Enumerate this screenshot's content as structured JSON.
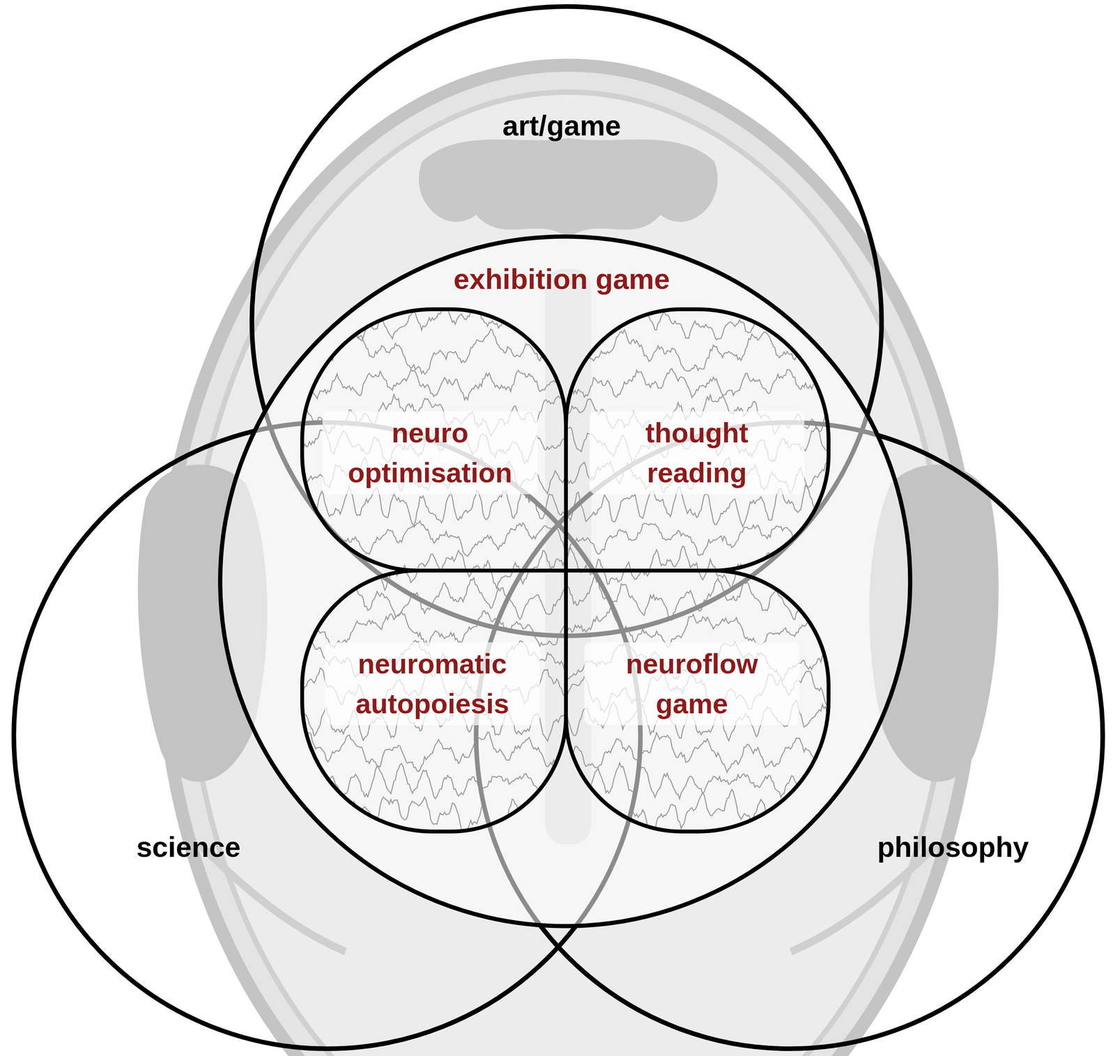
{
  "diagram": {
    "nodes": [
      {
        "text": [
          "art/game"
        ]
      },
      {
        "text": [
          "science"
        ]
      },
      {
        "text": [
          "philosophy"
        ]
      },
      {
        "text": [
          "exhibition game"
        ]
      },
      {
        "text": [
          "neuro optimisation"
        ],
        "in": 3
      },
      {
        "text": [
          "thought reading"
        ],
        "in": 3
      },
      {
        "text": [
          "neuromatic autopoiesis"
        ],
        "in": 3
      },
      {
        "text": [
          "neuroflow game"
        ],
        "in": 3
      }
    ]
  }
}
